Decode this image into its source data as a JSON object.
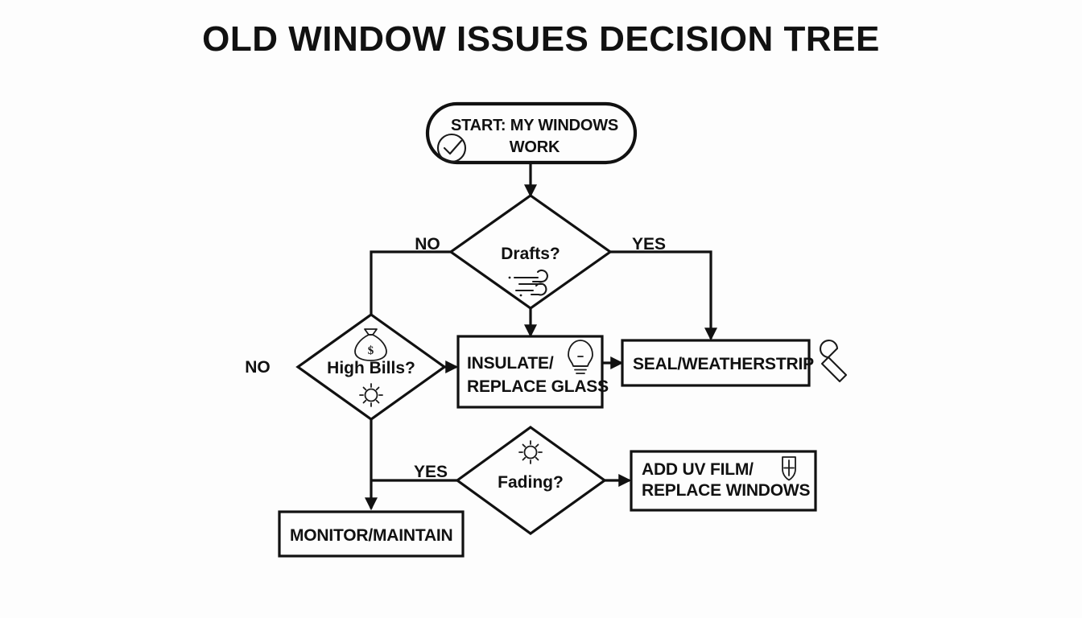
{
  "diagram": {
    "title": "OLD WINDOW ISSUES DECISION TREE",
    "type": "flowchart",
    "background_color": "#fdfdfd",
    "line_color": "#111111",
    "text_color": "#111111",
    "nodes": [
      {
        "id": "start",
        "label": "START: MY WINDOWS WORK",
        "line1": "START: MY WINDOWS",
        "line2": "WORK",
        "shape": "rounded-stadium",
        "icon": "check-circle-icon"
      },
      {
        "id": "drafts",
        "label": "Drafts?",
        "shape": "diamond",
        "icon": "wind-icon"
      },
      {
        "id": "high-bills",
        "label": "High Bills?",
        "shape": "diamond",
        "icon_top": "money-bag-icon",
        "icon_bottom": "sun-icon"
      },
      {
        "id": "fading",
        "label": "Fading?",
        "shape": "diamond",
        "icon_top": "sun-icon"
      },
      {
        "id": "insulate",
        "label": "INSULATE/ REPLACE GLASS",
        "line1": "INSULATE/",
        "line2": "REPLACE GLASS",
        "shape": "rectangle",
        "icon": "lightbulb-icon"
      },
      {
        "id": "seal",
        "label": "SEAL/WEATHERSTRIP",
        "line1": "SEAL/WEATHERSTRIP",
        "shape": "rectangle",
        "icon": "wrench-icon"
      },
      {
        "id": "uv-film",
        "label": "ADD UV FILM/ REPLACE WINDOWS",
        "line1": "ADD UV FILM/",
        "line2": "REPLACE WINDOWS",
        "shape": "rectangle",
        "icon": "shield-icon"
      },
      {
        "id": "monitor",
        "label": "MONITOR/MAINTAIN",
        "line1": "MONITOR/MAINTAIN",
        "shape": "rectangle"
      }
    ],
    "edges": [
      {
        "id": "start-to-drafts",
        "from": "start",
        "to": "drafts",
        "label": ""
      },
      {
        "id": "drafts-no",
        "from": "drafts",
        "to": "high-bills",
        "label": "NO"
      },
      {
        "id": "drafts-yes",
        "from": "drafts",
        "to": "seal",
        "label": "YES"
      },
      {
        "id": "drafts-down",
        "from": "drafts",
        "to": "insulate",
        "label": ""
      },
      {
        "id": "high-bills-no",
        "from": "high-bills",
        "to": "insulate",
        "label": "NO"
      },
      {
        "id": "high-bills-down",
        "from": "high-bills",
        "to": "monitor",
        "label": ""
      },
      {
        "id": "insulate-to-seal",
        "from": "insulate",
        "to": "seal",
        "label": ""
      },
      {
        "id": "fading-yes",
        "from": "fading",
        "to": "monitor",
        "label": "YES"
      },
      {
        "id": "fading-to-uv",
        "from": "fading",
        "to": "uv-film",
        "label": ""
      }
    ],
    "edge_labels": {
      "drafts_no": "NO",
      "drafts_yes": "YES",
      "high_bills_no": "NO",
      "fading_yes": "YES"
    }
  }
}
